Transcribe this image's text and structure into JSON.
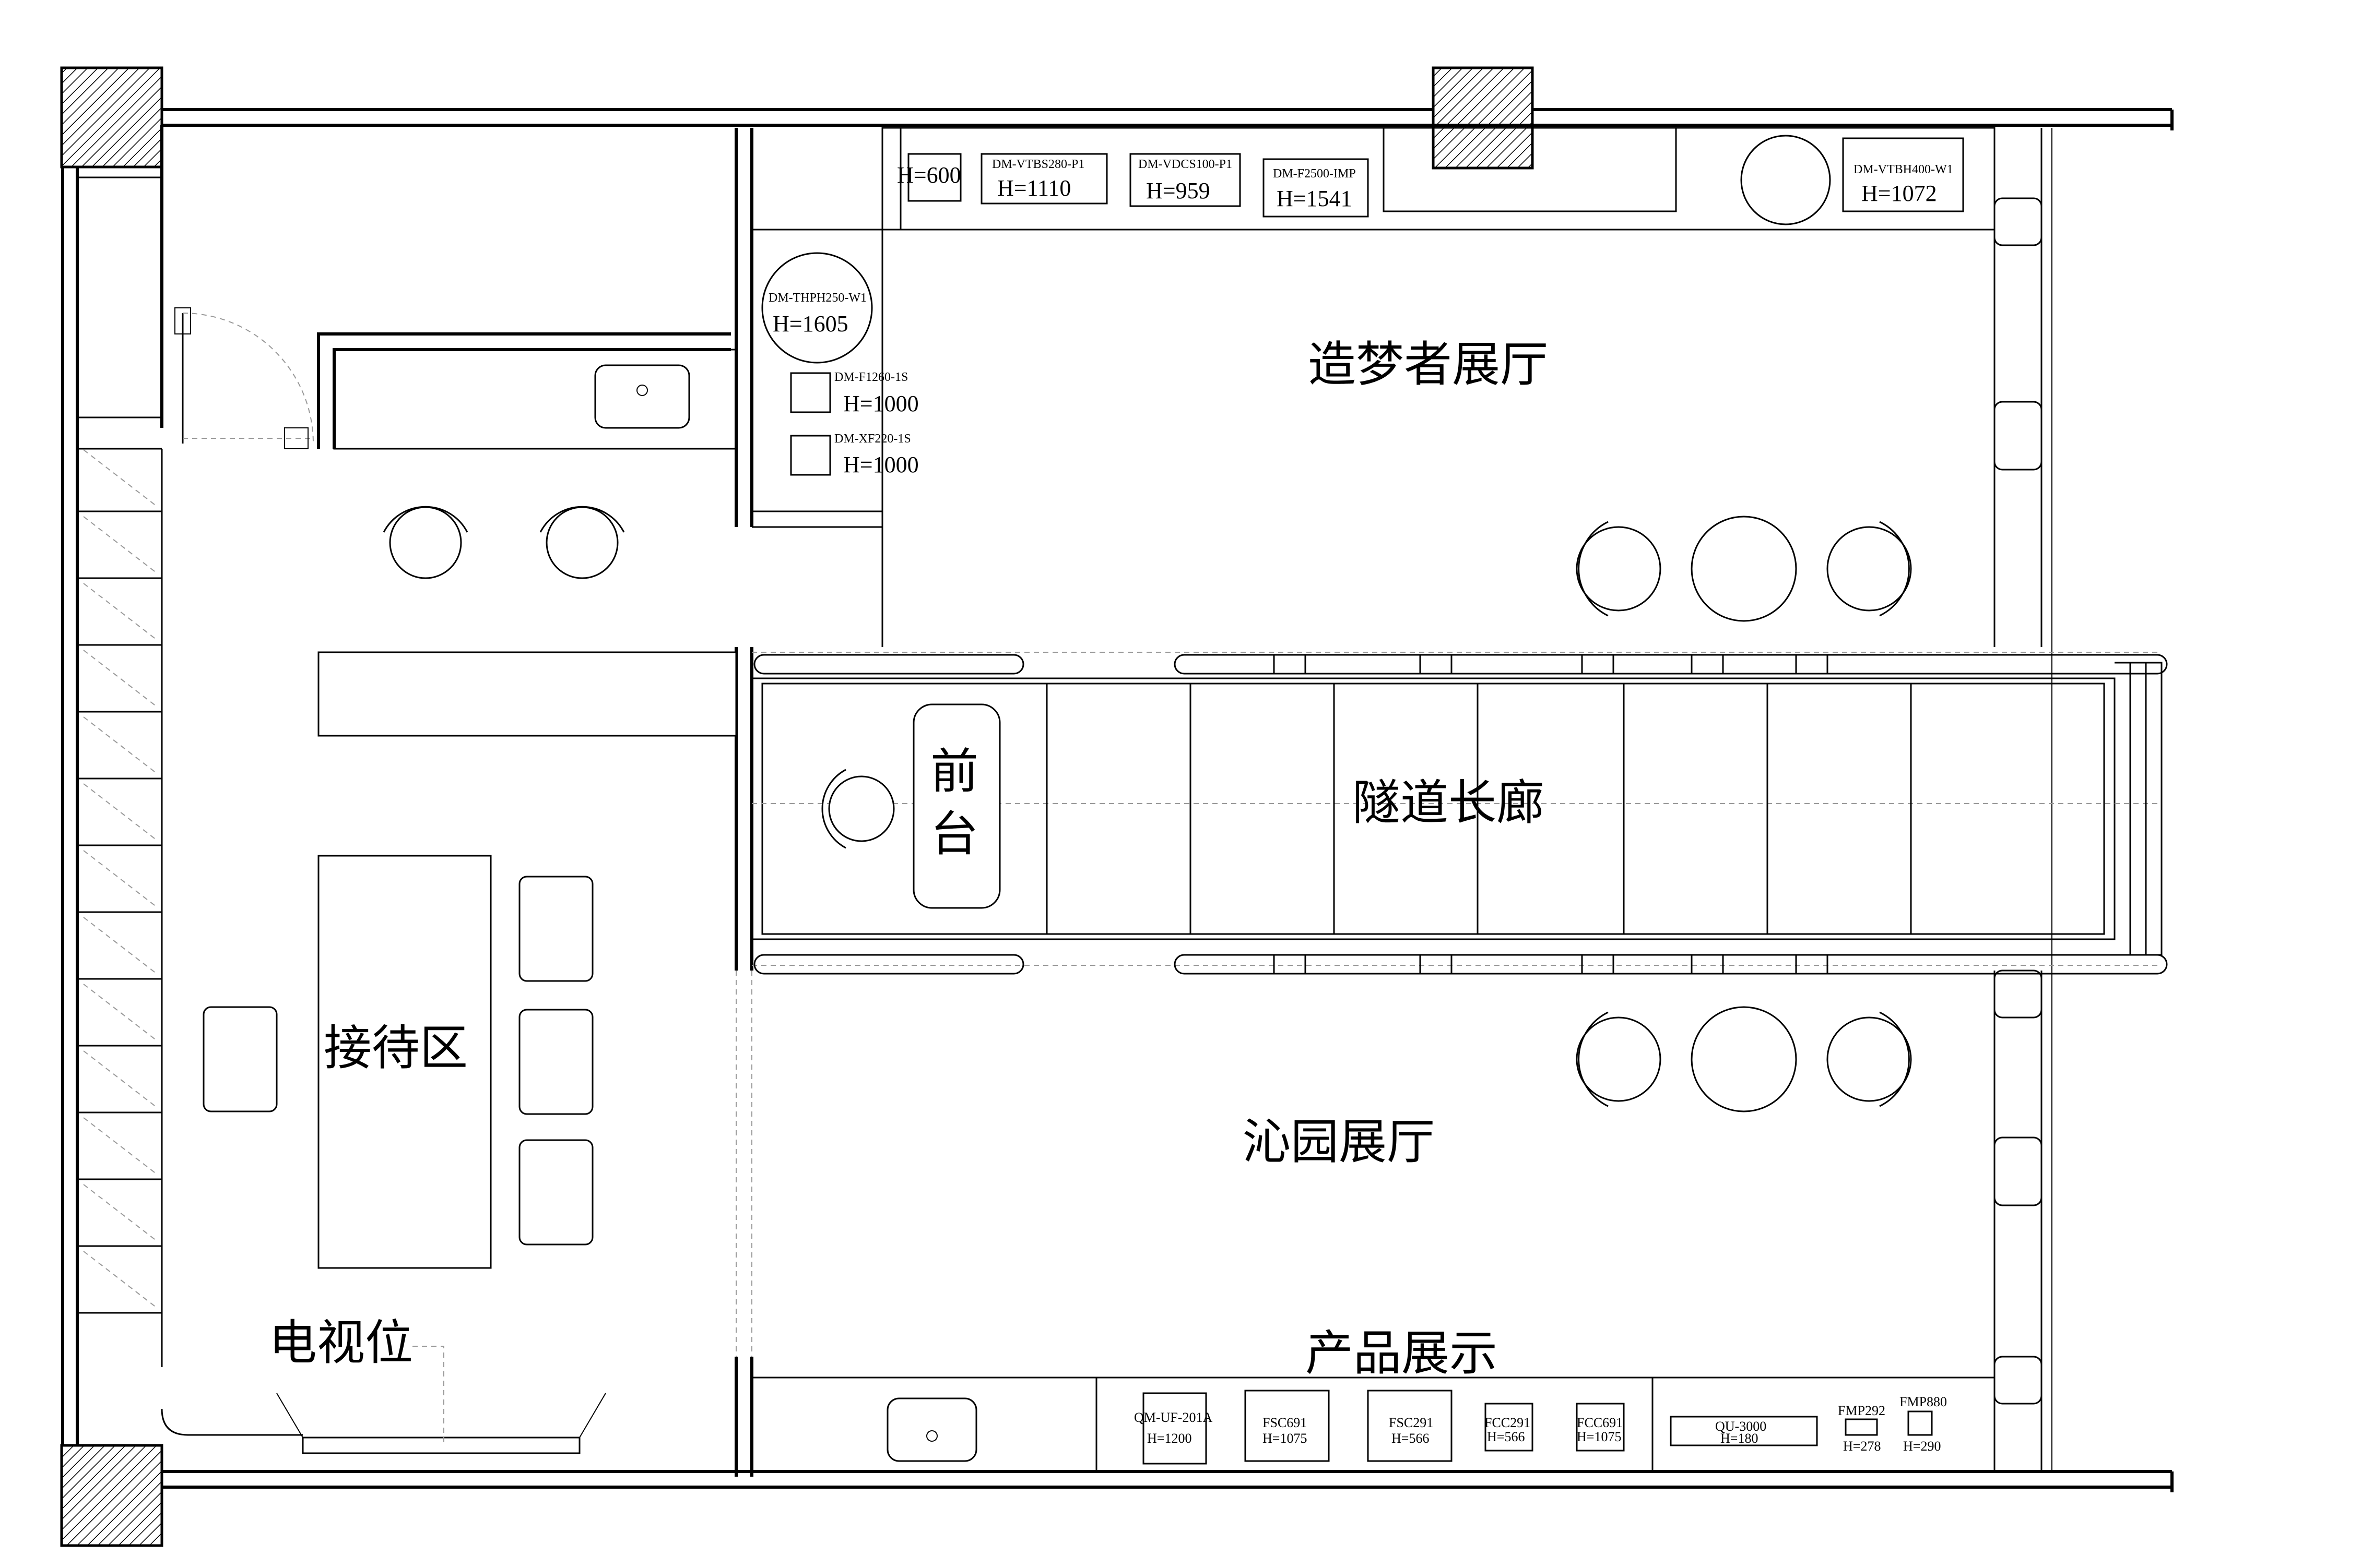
{
  "rooms": {
    "dream_hall": "造梦者展厅",
    "tunnel": "隧道长廊",
    "reception_desk_line1": "前",
    "reception_desk_line2": "台",
    "reception_area": "接待区",
    "qinyuan_hall": "沁园展厅",
    "product_display": "产品展示",
    "tv_position": "电视位"
  },
  "top_products": [
    {
      "model": "",
      "height": "H=600"
    },
    {
      "model": "DM-VTBS280-P1",
      "height": "H=1110"
    },
    {
      "model": "DM-VDCS100-P1",
      "height": "H=959"
    },
    {
      "model": "DM-F2500-IMP",
      "height": "H=1541"
    },
    {
      "model": "DM-VTBH400-W1",
      "height": "H=1072"
    }
  ],
  "left_products": [
    {
      "model": "DM-THPH250-W1",
      "height": "H=1605"
    },
    {
      "model": "DM-F1260-1S",
      "height": "H=1000"
    },
    {
      "model": "DM-XF220-1S",
      "height": "H=1000"
    }
  ],
  "bottom_products": [
    {
      "model": "QM-UF-201A",
      "height": "H=1200"
    },
    {
      "model": "FSC691",
      "height": "H=1075"
    },
    {
      "model": "FSC291",
      "height": "H=566"
    },
    {
      "model": "FCC291",
      "height": "H=566"
    },
    {
      "model": "FCC691",
      "height": "H=1075"
    },
    {
      "model": "QU-3000",
      "height": "H=180"
    },
    {
      "model": "FMP292",
      "height": "H=278"
    },
    {
      "model": "FMP880",
      "height": "H=290"
    }
  ]
}
